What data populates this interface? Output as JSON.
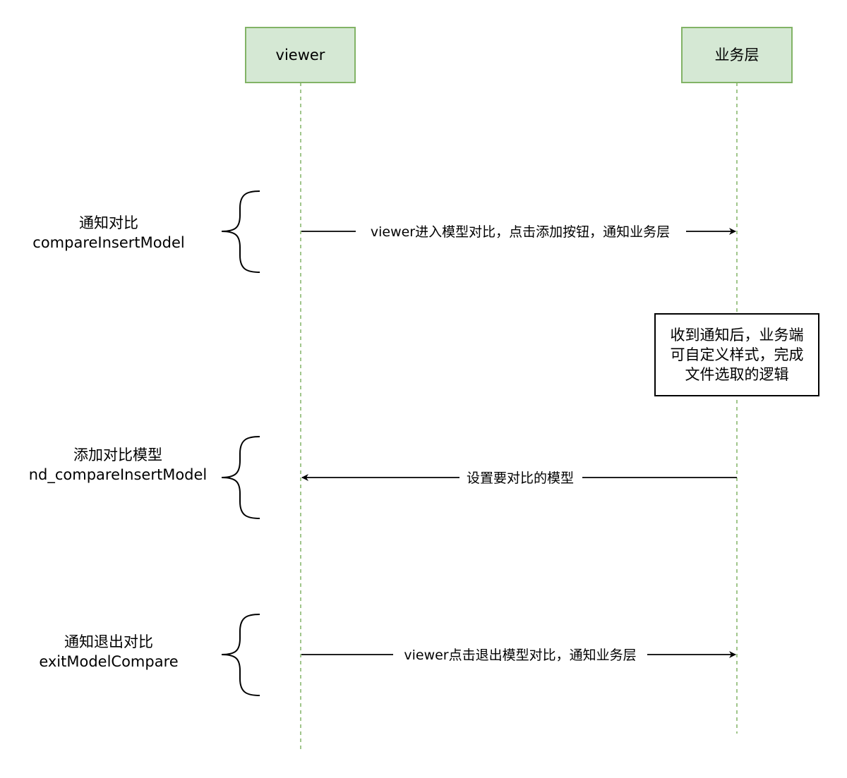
{
  "colors": {
    "participant_fill": "#d5e8d4",
    "participant_stroke": "#82b366",
    "lifeline": "#82b366",
    "line": "#000000",
    "note_fill": "#ffffff",
    "note_stroke": "#000000"
  },
  "participants": {
    "viewer": {
      "label": "viewer"
    },
    "business": {
      "label": "业务层"
    }
  },
  "steps": [
    {
      "title": "通知对比",
      "api": "compareInsertModel",
      "message": "viewer进入模型对比，点击添加按钮，通知业务层",
      "direction": "viewer-to-business"
    },
    {
      "title": "添加对比模型",
      "api": "nd_compareInsertModel",
      "message": "设置要对比的模型",
      "direction": "business-to-viewer"
    },
    {
      "title": "通知退出对比",
      "api": "exitModelCompare",
      "message": "viewer点击退出模型对比，通知业务层",
      "direction": "viewer-to-business"
    }
  ],
  "note": {
    "lines": [
      "收到通知后，业务端",
      "可自定义样式，完成",
      "文件选取的逻辑"
    ]
  }
}
